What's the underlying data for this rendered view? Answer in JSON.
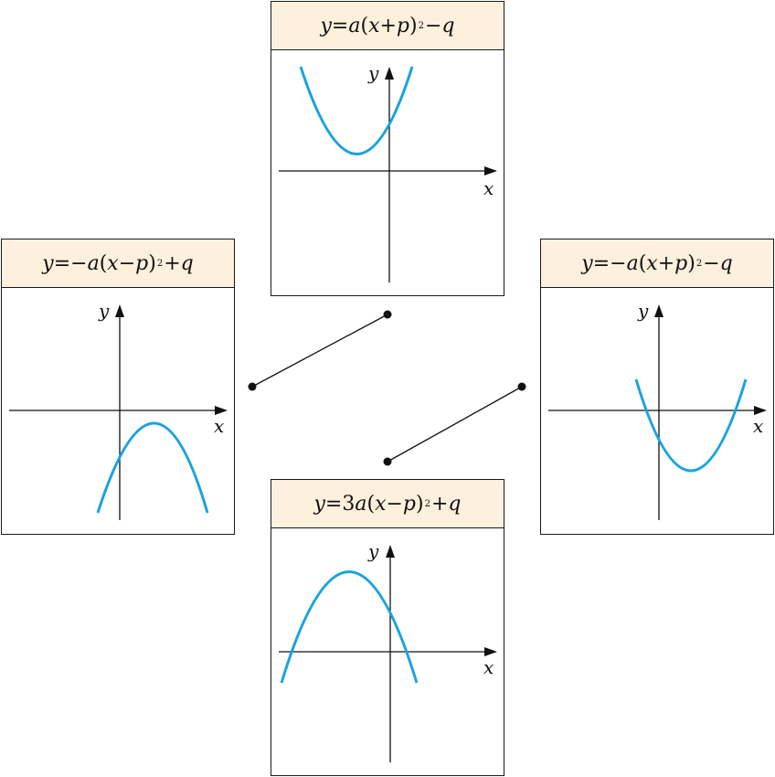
{
  "cards": {
    "top": {
      "eq": [
        "y",
        "=",
        "a",
        "(",
        "x",
        "+",
        "p",
        ")",
        "2",
        "−",
        "q"
      ]
    },
    "left": {
      "eq": [
        "y",
        "=−",
        "a",
        "(",
        "x",
        "−",
        "p",
        ")",
        "2",
        "+",
        "q"
      ]
    },
    "right": {
      "eq": [
        "y",
        "=−",
        "a",
        "(",
        "x",
        "+",
        "p",
        ")",
        "2",
        "−",
        "q"
      ]
    },
    "bottom": {
      "eq": [
        "y",
        "=3",
        "a",
        "(",
        "x",
        "−",
        "p",
        ")",
        "2",
        "+",
        "q"
      ]
    }
  },
  "axes": {
    "x_label": "x",
    "y_label": "y"
  },
  "colors": {
    "curve": "#1aa3e0",
    "header_bg": "#fdf0dc",
    "line": "#1a1a1a"
  }
}
